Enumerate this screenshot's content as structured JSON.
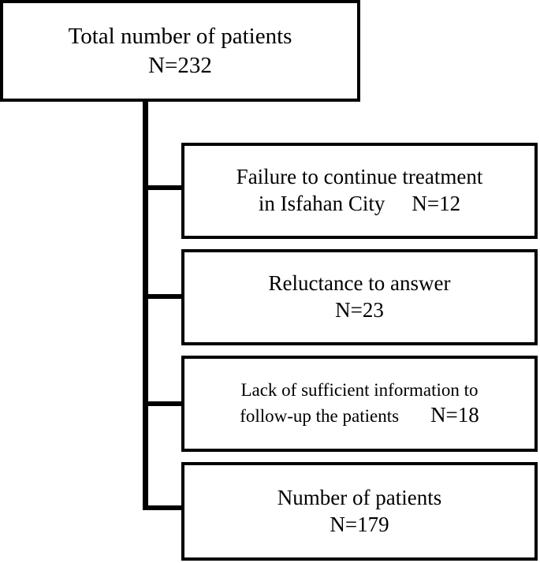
{
  "flowchart": {
    "total": {
      "label": "Total number of patients",
      "count": "N=232"
    },
    "exclusions": [
      {
        "label": "Failure to continue treatment",
        "label_line2": "in Isfahan City",
        "count": "N=12"
      },
      {
        "label": "Reluctance to answer",
        "count": "N=23"
      },
      {
        "label": "Lack of sufficient information to",
        "label_line2": "follow-up the patients",
        "count": "N=18"
      }
    ],
    "final": {
      "label": "Number of patients",
      "count": "N=179"
    }
  }
}
